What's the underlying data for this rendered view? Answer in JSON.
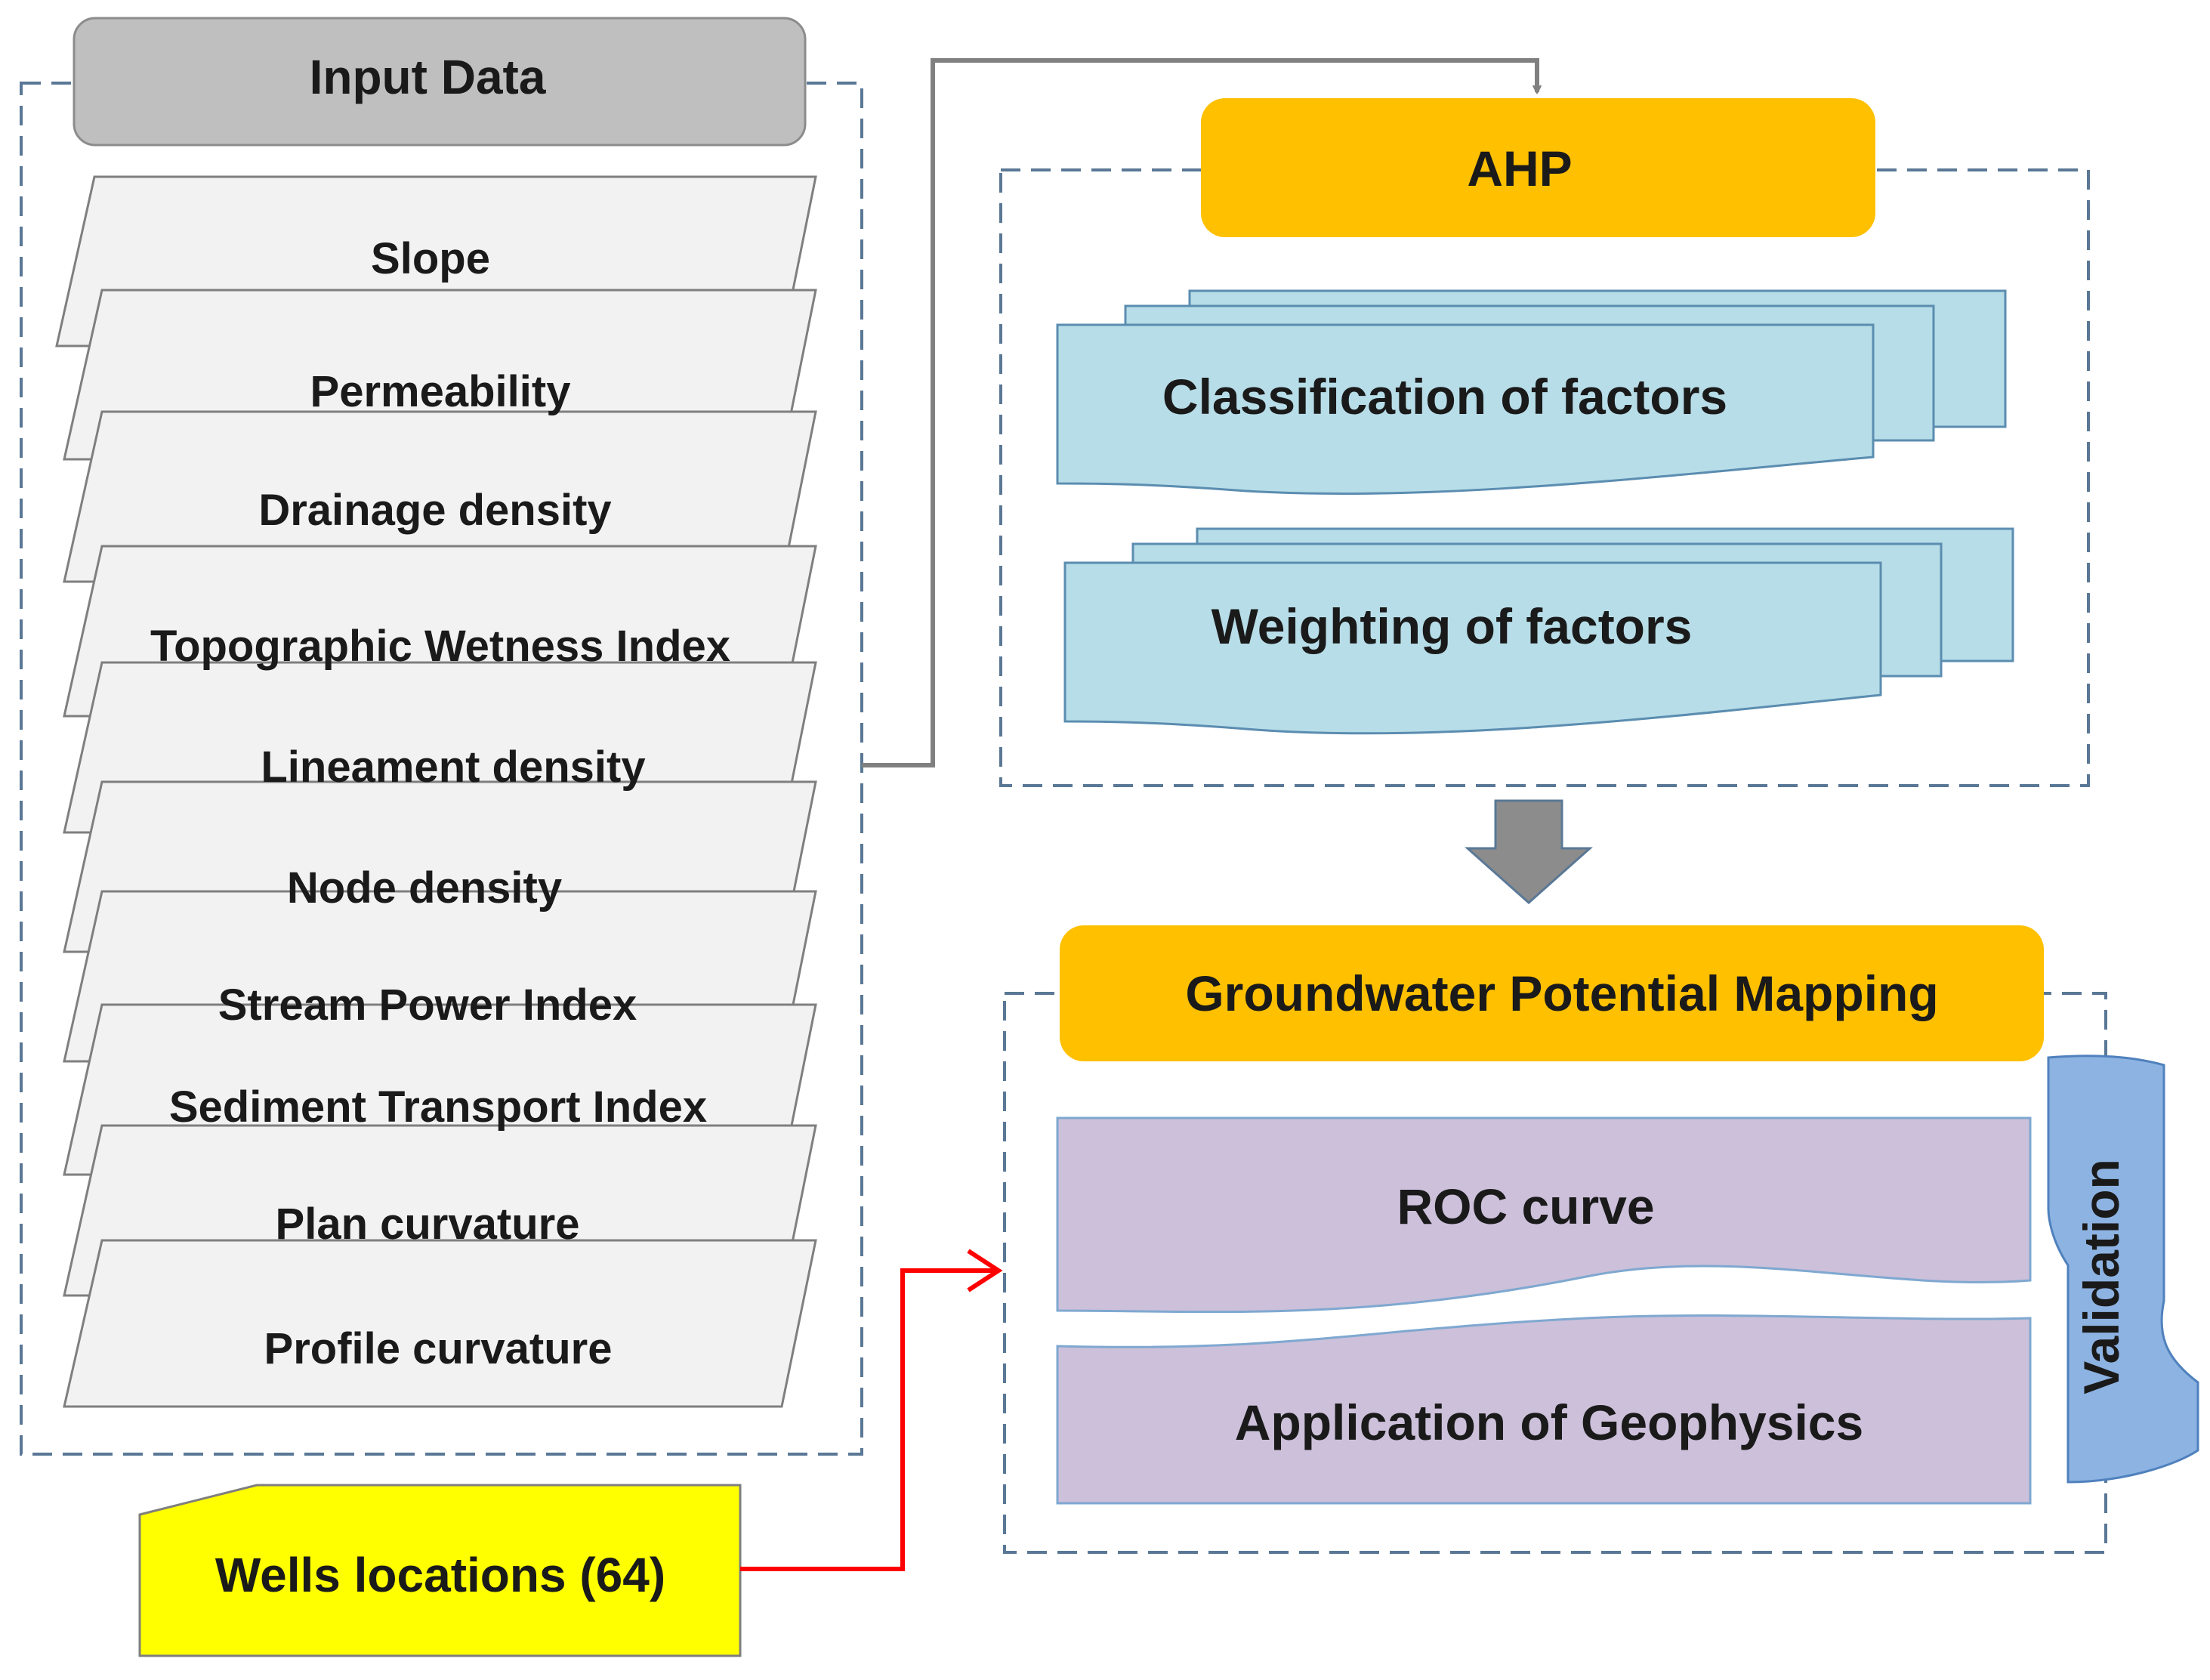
{
  "input_data": {
    "title": "Input Data",
    "layers": [
      "Slope",
      "Permeability",
      "Drainage density",
      "Topographic Wetness  Index",
      "Lineament density",
      "Node density",
      "Stream Power Index",
      "Sediment Transport  Index",
      "Plan curvature",
      "Profile curvature"
    ]
  },
  "wells": {
    "label": "Wells locations (64)"
  },
  "ahp": {
    "title": "AHP",
    "steps": [
      "Classification of factors",
      "Weighting of factors"
    ]
  },
  "gpm": {
    "title": "Groundwater Potential Mapping",
    "methods": [
      "ROC curve",
      "Application  of Geophysics"
    ],
    "validation_label": "Validation"
  },
  "colors": {
    "header_gray": "#BFBFBF",
    "layer_fill": "#F2F2F2",
    "orange_header": "#FFC000",
    "ahp_cards": "#B7DDE8",
    "method_fill": "#CCC0DA",
    "validation_fill": "#8DB3E2",
    "wells_fill": "#FFFF00",
    "dash_border": "#5A7896",
    "arrow_gray": "#808080",
    "arrow_red": "#FF0000"
  }
}
